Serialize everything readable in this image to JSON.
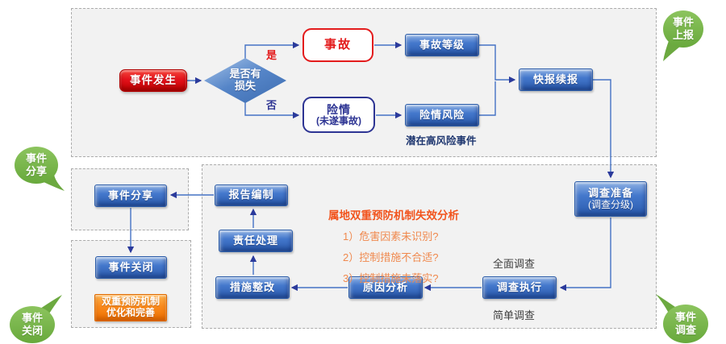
{
  "nodes": {
    "start": {
      "label": "事件发生"
    },
    "decision": {
      "line1": "是否有",
      "line2": "损失"
    },
    "accident": {
      "label": "事故"
    },
    "nearmiss": {
      "line1": "险情",
      "line2": "(未遂事故)"
    },
    "accident_level": {
      "label": "事故等级"
    },
    "nearmiss_risk": {
      "label": "险情风险"
    },
    "express_report": {
      "label": "快报续报"
    },
    "invest_prep": {
      "line1": "调查准备",
      "line2": "(调查分级)"
    },
    "invest_exec": {
      "label": "调查执行"
    },
    "cause_analysis": {
      "label": "原因分析"
    },
    "rectification": {
      "label": "措施整改"
    },
    "responsibility": {
      "label": "责任处理"
    },
    "report_prep": {
      "label": "报告编制"
    },
    "share": {
      "label": "事件分享"
    },
    "close": {
      "label": "事件关闭"
    },
    "dual_prevention": {
      "line1": "双重预防机制",
      "line2": "优化和完善"
    }
  },
  "edge_labels": {
    "yes": "是",
    "no": "否"
  },
  "notes": {
    "potential_risk": "潜在高风险事件",
    "full_investigation": "全面调查",
    "simple_investigation": "简单调查"
  },
  "analysis": {
    "title": "属地双重预防机制失效分析",
    "items": [
      "1）危害因素未识别?",
      "2）控制措施不合适?",
      "3）控制措施未落实?"
    ]
  },
  "bubbles": {
    "report": {
      "line1": "事件",
      "line2": "上报"
    },
    "share": {
      "line1": "事件",
      "line2": "分享"
    },
    "close": {
      "line1": "事件",
      "line2": "关闭"
    },
    "invest": {
      "line1": "事件",
      "line2": "调查"
    }
  },
  "palette": {
    "blue-top": "#8FB2E4",
    "blue-mid": "#4478CC",
    "blue-deep": "#2A5BAD",
    "blue-border": "#2B5CA8",
    "red-top": "#F5473C",
    "red-mid": "#E3121B",
    "red-deep": "#C40000",
    "red-border": "#B20000",
    "outline-red": "#E31B1C",
    "outline-navy": "#2D3493",
    "orange-top": "#FFB24A",
    "orange-mid": "#F98A1C",
    "orange-deep": "#EF7000",
    "orange-border": "#E06A00",
    "green-main": "#8CC45E",
    "green-deep": "#68A93C",
    "green-tail": "#6CA940",
    "arrow-line": "#4472C4",
    "arrow-head": "#2B3A9B",
    "region-bg": "#F2F2F2",
    "region-border": "#ABABAB",
    "note-navy": "#1F3770",
    "note-gray": "#404040",
    "analysis-title": "#F2541D",
    "analysis-item": "#F0894E",
    "diamond-top": "#A8C4E8",
    "diamond-mid": "#5585C8",
    "diamond-deep": "#3D6CB0"
  }
}
